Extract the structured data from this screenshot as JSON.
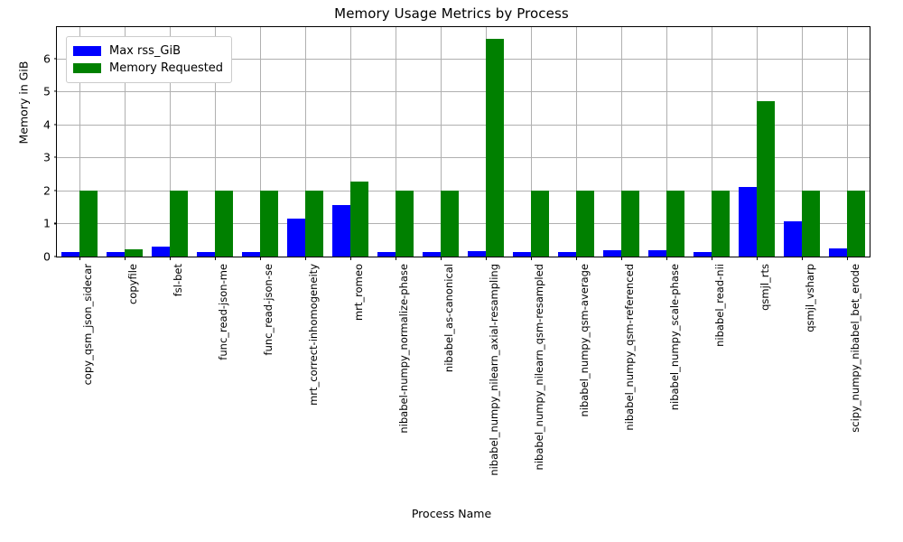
{
  "chart_data": {
    "type": "bar",
    "title": "Memory Usage Metrics by Process",
    "xlabel": "Process Name",
    "ylabel": "Memory in GiB",
    "ylim": [
      0,
      6.95
    ],
    "yticks": [
      0,
      1,
      2,
      3,
      4,
      5,
      6
    ],
    "grid": true,
    "legend_position": "upper left",
    "categories": [
      "copy_qsm_json_sidecar",
      "copyfile",
      "fsl-bet",
      "func_read-json-me",
      "func_read-json-se",
      "mrt_correct-inhomogeneity",
      "mrt_romeo",
      "nibabel-numpy_normalize-phase",
      "nibabel_as-canonical",
      "nibabel_numpy_nilearn_axial-resampling",
      "nibabel_numpy_nilearn_qsm-resampled",
      "nibabel_numpy_qsm-average",
      "nibabel_numpy_qsm-referenced",
      "nibabel_numpy_scale-phase",
      "nibabel_read-nii",
      "qsmjl_rts",
      "qsmjl_vsharp",
      "scipy_numpy_nibabel_bet_erode"
    ],
    "series": [
      {
        "name": "Max rss_GiB",
        "color": "#0000ff",
        "values": [
          0.15,
          0.15,
          0.29,
          0.15,
          0.15,
          1.15,
          1.57,
          0.15,
          0.15,
          0.16,
          0.15,
          0.15,
          0.2,
          0.18,
          0.14,
          2.11,
          1.08,
          0.25
        ]
      },
      {
        "name": "Memory Requested",
        "color": "#008000",
        "values": [
          2.0,
          0.22,
          2.0,
          2.0,
          2.0,
          2.0,
          2.28,
          2.0,
          2.0,
          6.6,
          2.0,
          2.0,
          2.0,
          2.0,
          2.0,
          4.7,
          2.0,
          2.0
        ]
      }
    ]
  },
  "legend": {
    "items": [
      {
        "label": "Max rss_GiB"
      },
      {
        "label": "Memory Requested"
      }
    ]
  }
}
